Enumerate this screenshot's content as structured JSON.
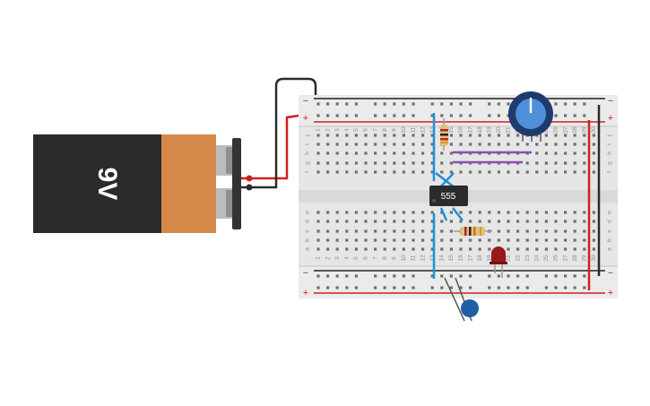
{
  "battery": {
    "label": "9V",
    "colors": {
      "body": "#2b2b2b",
      "cap": "#d4894a",
      "terminal": "#b8b8b8",
      "clip": "#333333"
    }
  },
  "breadboard": {
    "column_count": 30,
    "row_letters_top": [
      "j",
      "i",
      "h",
      "g",
      "f"
    ],
    "row_letters_bottom": [
      "e",
      "d",
      "c",
      "b",
      "a"
    ],
    "rail_minus": "−",
    "rail_plus": "+",
    "colors": {
      "board": "#e6e6e6",
      "hole": "#6f6f6f",
      "rail_red": "#d22020",
      "rail_dark": "#222222",
      "label": "#8a8a8a"
    }
  },
  "ic_555": {
    "label": "555"
  },
  "components": {
    "potentiometer": {
      "icon": "potentiometer-icon",
      "knob_color": "#4f8ed8"
    },
    "resistor_top": {
      "icon": "resistor-icon"
    },
    "resistor_bottom": {
      "icon": "resistor-icon"
    },
    "led": {
      "icon": "led-icon",
      "color": "#9a1a1a"
    },
    "capacitor": {
      "icon": "capacitor-icon",
      "color": "#1f5fa8"
    }
  },
  "wires": {
    "colors": {
      "red": "#d21f1f",
      "black": "#2a2a2a",
      "blue": "#1e90d8",
      "purple": "#8a4fb0"
    }
  }
}
